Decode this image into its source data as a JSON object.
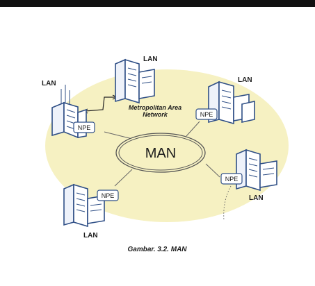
{
  "diagram": {
    "man_label": "MAN",
    "metro_line1": "Metropolitan Area",
    "metro_line2": "Network",
    "lans": [
      {
        "label": "LAN",
        "npe": ""
      },
      {
        "label": "LAN",
        "npe": "NPE"
      },
      {
        "label": "LAN",
        "npe": "NPE"
      },
      {
        "label": "LAN",
        "npe": "NPE"
      },
      {
        "label": "LAN",
        "npe": "NPE"
      }
    ],
    "caption": "Gambar. 3.2. MAN"
  },
  "colors": {
    "background_ellipse": "#f6f1c2",
    "building_stroke": "#2f4f86",
    "man_ring": "#555555"
  }
}
